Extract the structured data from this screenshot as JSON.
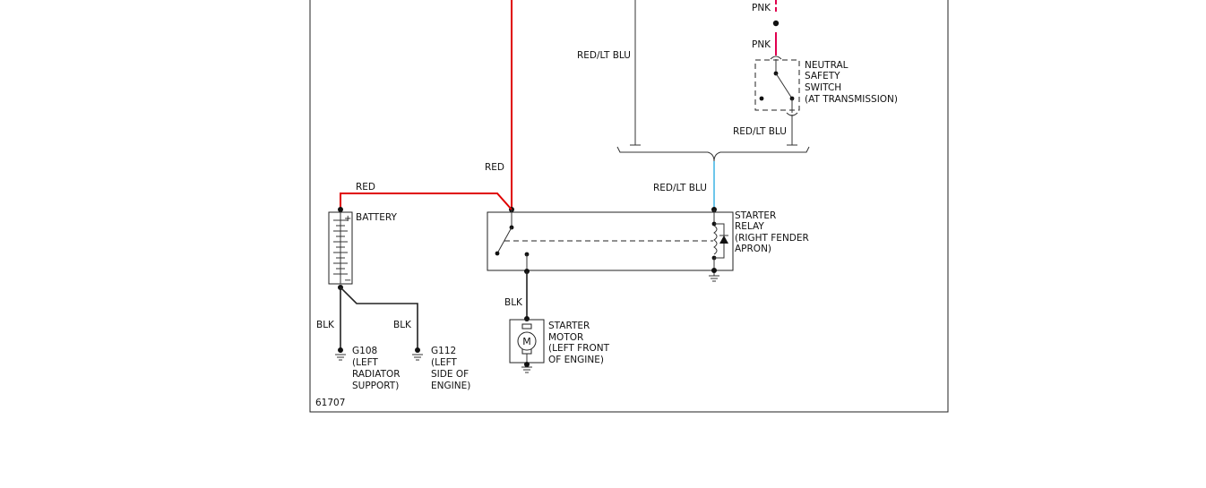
{
  "diagram_id": "61707",
  "wire_labels": {
    "pnk_top": "PNK",
    "pnk_switch": "PNK",
    "red_lt_blu_left": "RED/LT BLU",
    "red_lt_blu_switch": "RED/LT BLU",
    "red_lt_blu_relay": "RED/LT BLU",
    "red_vertical": "RED",
    "red_battery": "RED",
    "blk_battery": "BLK",
    "blk_g112": "BLK",
    "blk_motor": "BLK"
  },
  "components": {
    "neutral_switch": [
      "NEUTRAL",
      "SAFETY",
      "SWITCH",
      "(AT TRANSMISSION)"
    ],
    "starter_relay": [
      "STARTER",
      "RELAY",
      "(RIGHT FENDER",
      "APRON)"
    ],
    "battery": "BATTERY",
    "starter_motor": [
      "STARTER",
      "MOTOR",
      "(LEFT FRONT",
      "OF ENGINE)"
    ],
    "motor_symbol": "M",
    "g108": [
      "G108",
      "(LEFT",
      "RADIATOR",
      "SUPPORT)"
    ],
    "g112": [
      "G112",
      "(LEFT",
      "SIDE OF",
      "ENGINE)"
    ]
  },
  "battery_terminals": {
    "positive": "+",
    "negative": "−"
  },
  "colors": {
    "red_wire": "#e00000",
    "pink_wire": "#e0004f",
    "lt_blue_wire": "#48b7e6",
    "line": "#222222"
  }
}
